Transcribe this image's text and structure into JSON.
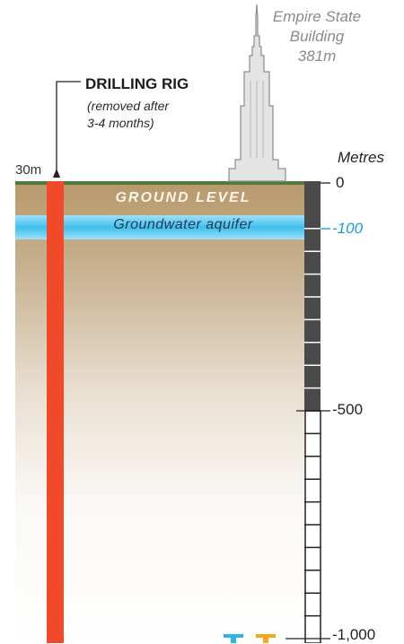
{
  "landmark": {
    "line1": "Empire State",
    "line2": "Building",
    "line3": "381m"
  },
  "rig": {
    "title": "DRILLING RIG",
    "note_line1": "(removed after",
    "note_line2": "3-4 months)",
    "height_label": "30m"
  },
  "layers": {
    "ground": "GROUND LEVEL",
    "aquifer": "Groundwater aquifer"
  },
  "scale": {
    "unit": "Metres",
    "ticks": [
      {
        "label": "0",
        "value": 0
      },
      {
        "label": "-100",
        "value": -100
      },
      {
        "label": "-500",
        "value": -500
      },
      {
        "label": "-1,000",
        "value": -1000
      }
    ]
  },
  "colors": {
    "rig": "#f04a2a",
    "aquifer": "#2fb4e8",
    "aquifer_label": "#1a9bd8",
    "soil_top": "#b79a6f",
    "grass": "#4f7b3c",
    "scale_dark": "#4a4a4a",
    "building": "#e2e2e2",
    "marker_blue": "#2fb4e8",
    "marker_orange": "#f5a623"
  }
}
